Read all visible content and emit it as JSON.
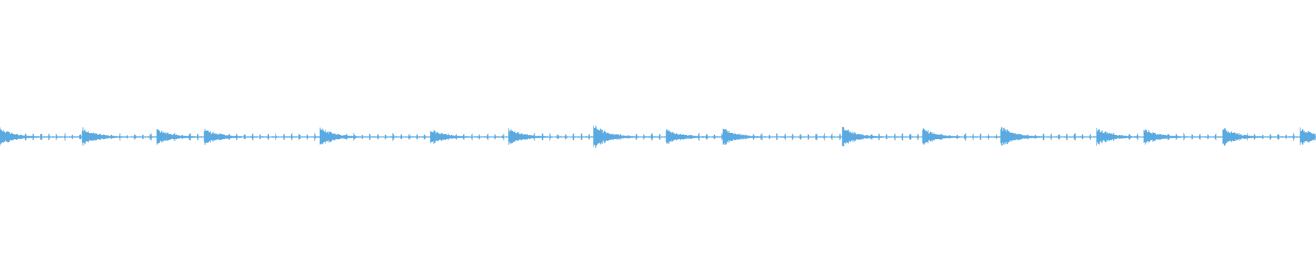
{
  "waveform": {
    "color": "#5aa9e0",
    "background": "#ffffff",
    "transients": [
      {
        "t": 0.0,
        "peak": 0.9
      },
      {
        "t": 0.062,
        "peak": 1.0
      },
      {
        "t": 0.119,
        "peak": 0.85
      },
      {
        "t": 0.155,
        "peak": 0.9
      },
      {
        "t": 0.243,
        "peak": 1.0
      },
      {
        "t": 0.327,
        "peak": 0.85
      },
      {
        "t": 0.386,
        "peak": 0.9
      },
      {
        "t": 0.451,
        "peak": 1.25
      },
      {
        "t": 0.506,
        "peak": 0.85
      },
      {
        "t": 0.549,
        "peak": 0.9
      },
      {
        "t": 0.64,
        "peak": 1.0
      },
      {
        "t": 0.701,
        "peak": 0.9
      },
      {
        "t": 0.76,
        "peak": 1.15
      },
      {
        "t": 0.833,
        "peak": 0.95
      },
      {
        "t": 0.869,
        "peak": 0.9
      },
      {
        "t": 0.929,
        "peak": 0.95
      },
      {
        "t": 0.988,
        "peak": 0.95
      }
    ]
  }
}
